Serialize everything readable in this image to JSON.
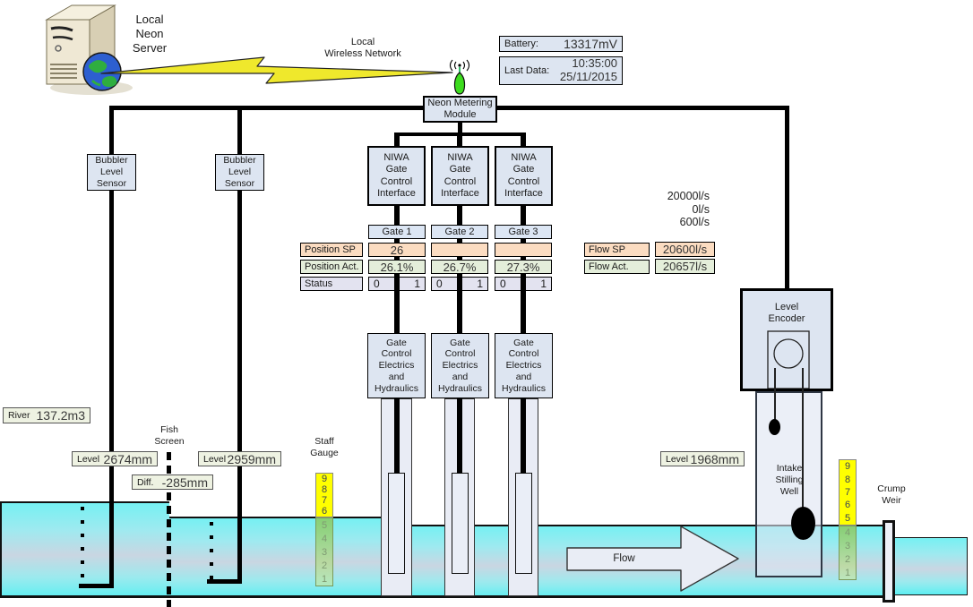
{
  "server": {
    "lines": [
      "Local",
      "Neon",
      "Server"
    ]
  },
  "wireless": {
    "lines": [
      "Local",
      "Wireless Network"
    ]
  },
  "telemetry": {
    "battery_label": "Battery:",
    "battery_value": "13317mV",
    "last_data_label": "Last Data:",
    "last_data_time": "10:35:00",
    "last_data_date": "25/11/2015"
  },
  "module": {
    "lines": [
      "Neon Metering",
      "Module"
    ]
  },
  "bubbler": {
    "lines": [
      "Bubbler",
      "Level",
      "Sensor"
    ]
  },
  "niwa": {
    "lines": [
      "NIWA",
      "Gate",
      "Control",
      "Interface"
    ]
  },
  "electrics": {
    "lines": [
      "Gate",
      "Control",
      "Electrics",
      "and",
      "Hydraulics"
    ]
  },
  "gate_table": {
    "headers": [
      "Gate 1",
      "Gate 2",
      "Gate 3"
    ],
    "row_labels": {
      "sp": "Position SP",
      "act": "Position Act.",
      "status": "Status"
    },
    "position_sp": [
      "26",
      "",
      ""
    ],
    "position_act": [
      "26.1%",
      "26.7%",
      "27.3%"
    ],
    "status_left": "0",
    "status_right": "1"
  },
  "flow_panel": {
    "notes": [
      "20000l/s",
      "0l/s",
      "600l/s"
    ],
    "sp_label": "Flow SP",
    "sp_value": "20600l/s",
    "act_label": "Flow Act.",
    "act_value": "20657l/s"
  },
  "encoder": {
    "lines": [
      "Level",
      "Encoder"
    ]
  },
  "river": {
    "label": "River",
    "value": "137.2m3"
  },
  "fish_screen": {
    "lines": [
      "Fish",
      "Screen"
    ]
  },
  "levels": {
    "label": "Level",
    "upstream": "2674mm",
    "downstream": "2959mm",
    "diff_label": "Diff.",
    "diff_value": "-285mm",
    "intake": "1968mm"
  },
  "staff_gauge": {
    "lines": [
      "Staff",
      "Gauge"
    ],
    "left_above": [
      "9",
      "8",
      "7",
      "6"
    ],
    "left_below": [
      "5",
      "4",
      "3",
      "2",
      "1"
    ],
    "right_above": [
      "9",
      "8",
      "7",
      "6",
      "5"
    ],
    "right_below": [
      "4",
      "3",
      "2",
      "1"
    ]
  },
  "stilling_well": {
    "lines": [
      "Intake",
      "Stilling",
      "Well"
    ]
  },
  "crump_weir": {
    "lines": [
      "Crump",
      "Weir"
    ]
  },
  "flow_arrow": {
    "label": "Flow"
  },
  "colors": {
    "box_fill": "#dde5f1",
    "setpoint": "#fbdcc1",
    "actual": "#e4eeda",
    "status": "#e3e3f0",
    "header": "#dce6f4",
    "label_green": "#eef2e2",
    "gauge_yellow": "#ffff00",
    "water_top": "#76f0f2",
    "water_mid": "#c9d6e2",
    "bolt": "#efe82c",
    "antenna": "#3ddc1e"
  }
}
